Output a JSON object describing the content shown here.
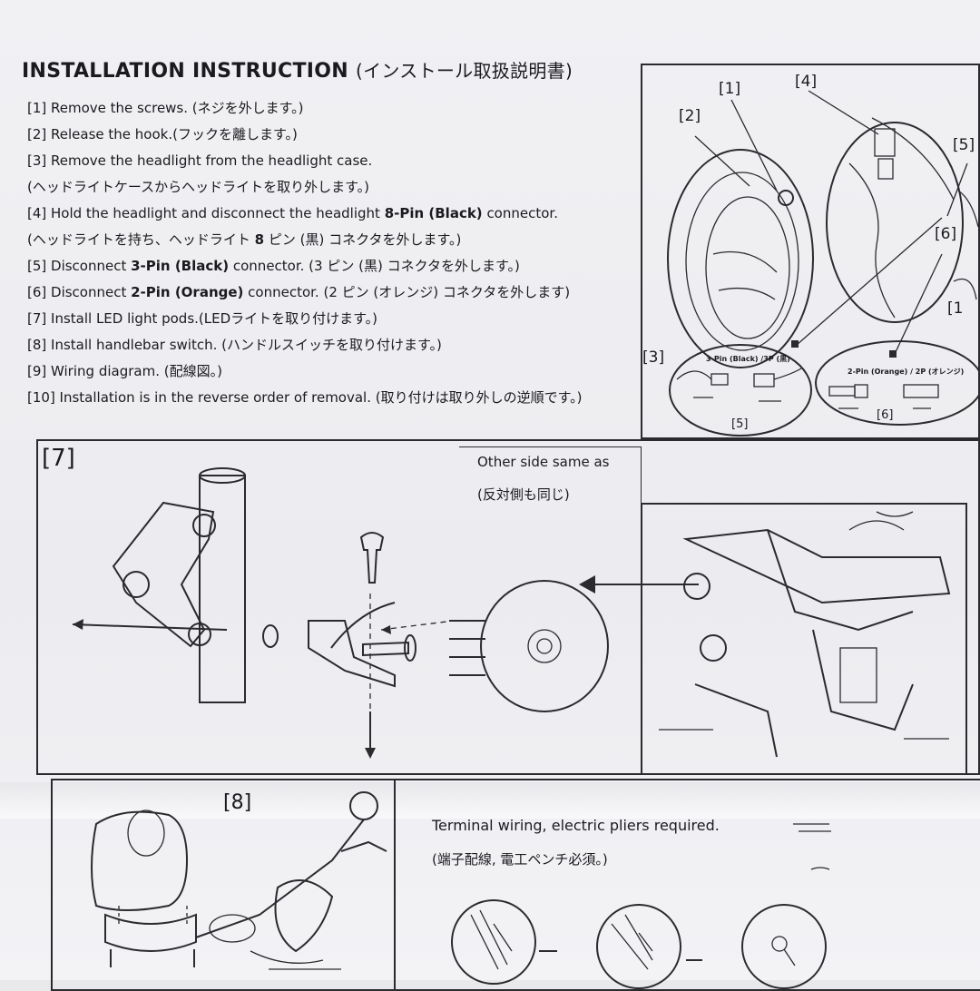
{
  "doc": {
    "title": "INSTALLATION INSTRUCTION",
    "title_jp": "(インストール取扱説明書)",
    "steps": [
      {
        "pre": "[1] Remove the screws. (ネジを外します。)",
        "bold": "",
        "post": ""
      },
      {
        "pre": "[2] Release the hook.(フックを離します。)",
        "bold": "",
        "post": ""
      },
      {
        "pre": "[3] Remove the headlight from the headlight case.",
        "bold": "",
        "post": ""
      },
      {
        "pre": "(ヘッドライトケースからヘッドライトを取り外します。)",
        "bold": "",
        "post": ""
      },
      {
        "pre": "[4] Hold the headlight and disconnect the headlight ",
        "bold": "8-Pin (Black)",
        "post": " connector."
      },
      {
        "pre": "(ヘッドライトを持ち、ヘッドライト ",
        "bold": "8",
        "post": " ピン (黒) コネクタを外します。)"
      },
      {
        "pre": "[5] Disconnect ",
        "bold": "3-Pin (Black)",
        "post": " connector. (3 ピン (黒) コネクタを外します。)"
      },
      {
        "pre": "[6] Disconnect ",
        "bold": "2-Pin (Orange)",
        "post": " connector. (2 ピン (オレンジ) コネクタを外します)"
      },
      {
        "pre": "[7] Install LED light pods.(LEDライトを取り付けます。)",
        "bold": "",
        "post": ""
      },
      {
        "pre": "[8] Install handlebar switch. (ハンドルスイッチを取り付けます。)",
        "bold": "",
        "post": ""
      },
      {
        "pre": "[9] Wiring diagram. (配線図。)",
        "bold": "",
        "post": ""
      },
      {
        "pre": "[10] Installation is in the reverse order of removal. (取り付けは取り外しの逆順です。)",
        "bold": "",
        "post": ""
      }
    ]
  },
  "diagram_top": {
    "callouts": [
      "[1]",
      "[2]",
      "[3]",
      "[4]",
      "[5]",
      "[6]",
      "[1"
    ],
    "conn3_label": "3-Pin (Black) /3P (黒)",
    "conn2_label": "2-Pin (Orange) / 2P (オレンジ)",
    "detail5": "[5]",
    "detail6": "[6]"
  },
  "panel7": {
    "label": "[7]",
    "note": "Other side same as",
    "note_jp": "(反対側も同じ)"
  },
  "panel8": {
    "label": "[8]"
  },
  "panel9": {
    "note": "Terminal wiring, electric pliers required.",
    "note_jp": "(端子配線, 電工ペンチ必須。)",
    "arrow": "→"
  }
}
